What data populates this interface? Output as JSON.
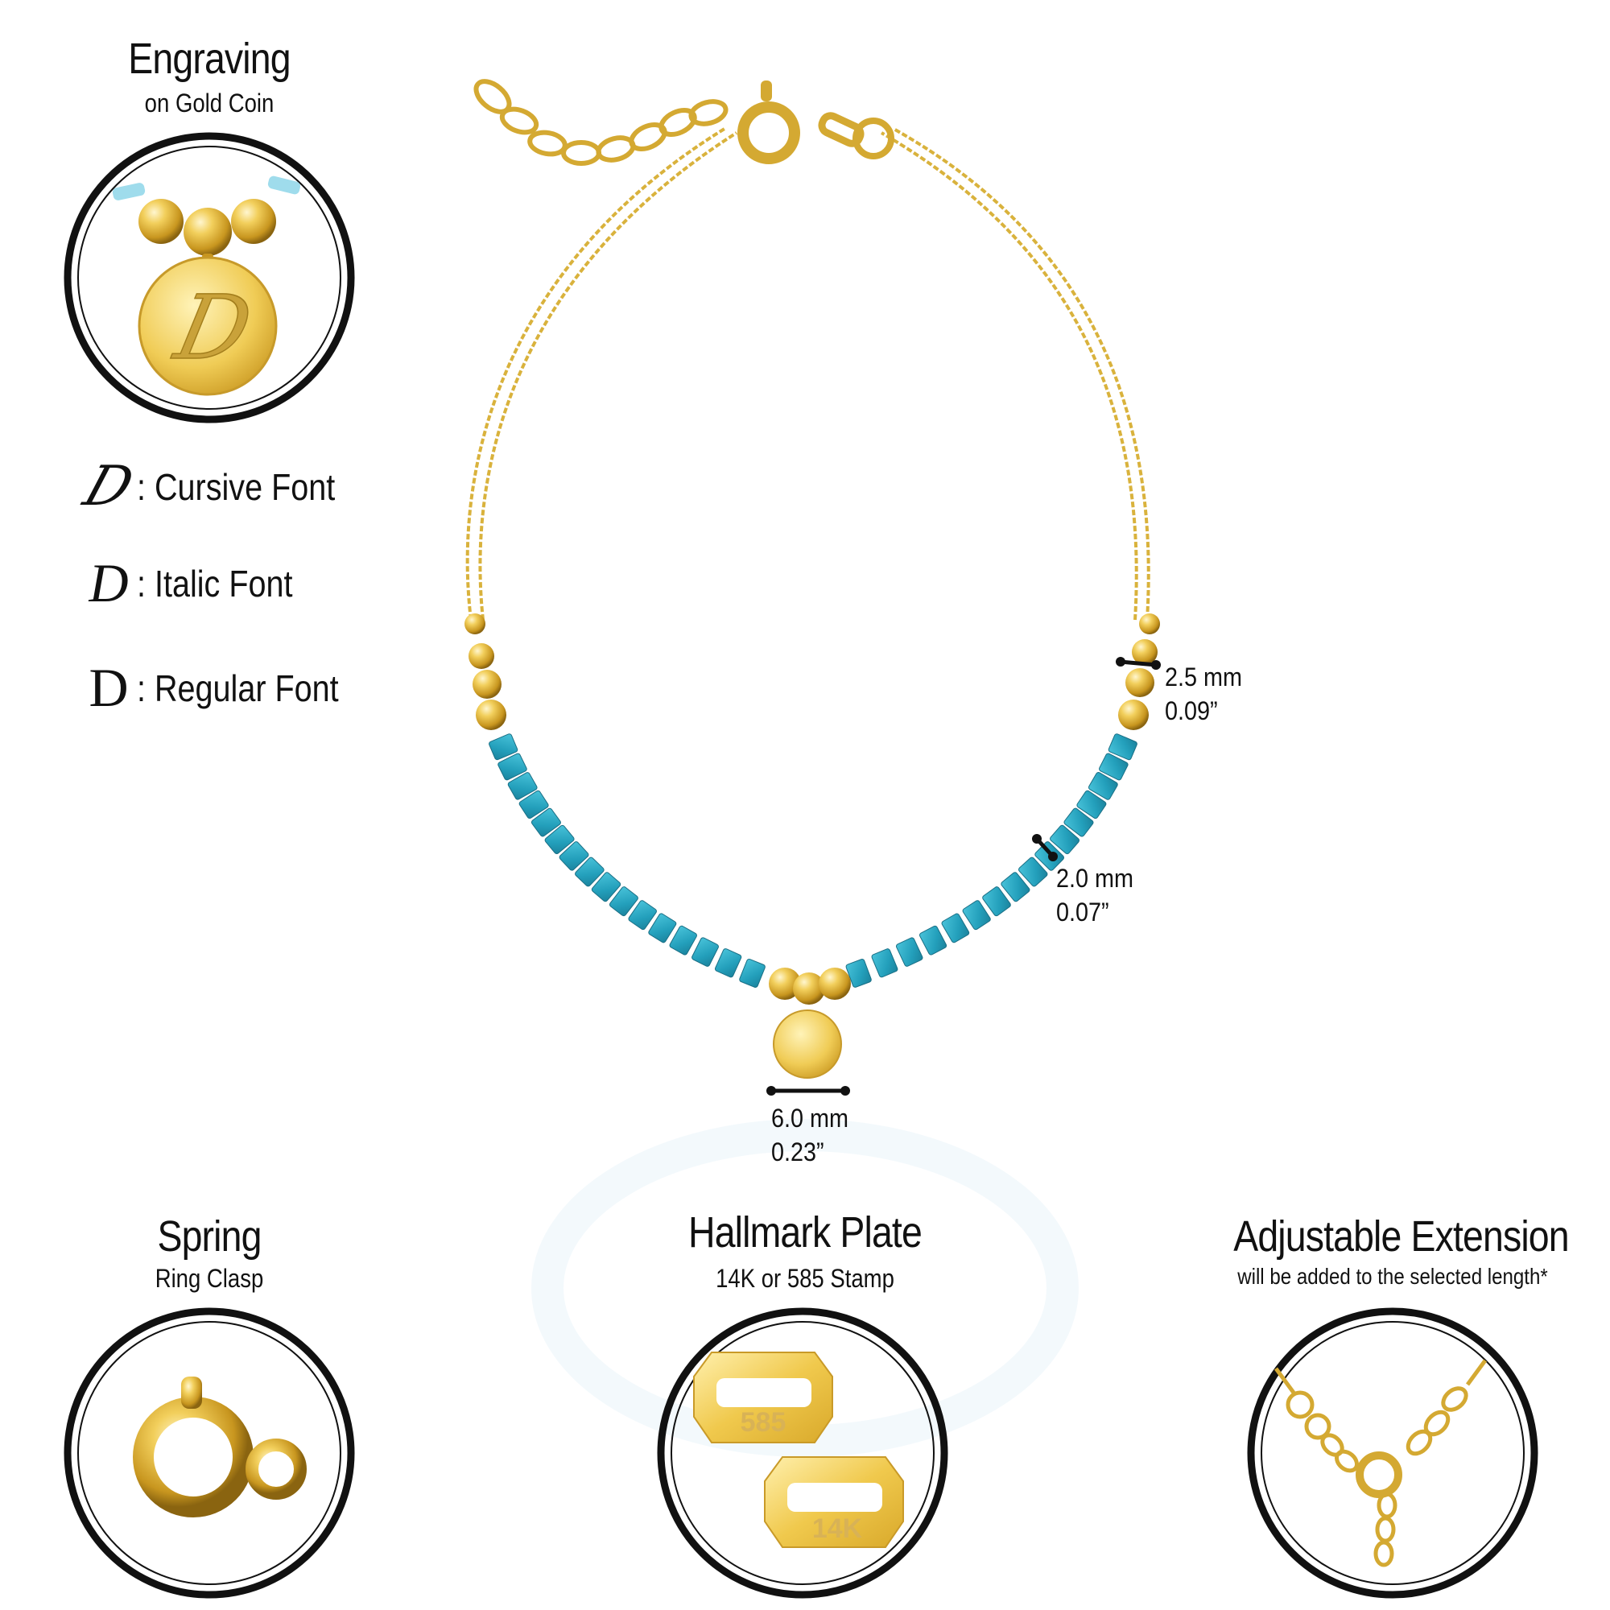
{
  "engraving": {
    "title": "Engraving",
    "subtitle": "on Gold Coin",
    "coin_letter": "D"
  },
  "fonts": [
    {
      "glyph": "D",
      "label": ": Cursive Font"
    },
    {
      "glyph": "D",
      "label": ": Italic Font"
    },
    {
      "glyph": "D",
      "label": ": Regular Font"
    }
  ],
  "dimensions": {
    "bead": {
      "mm": "2.5 mm",
      "in": "0.09”"
    },
    "tube": {
      "mm": "2.0 mm",
      "in": "0.07”"
    },
    "coin": {
      "mm": "6.0 mm",
      "in": "0.23”"
    }
  },
  "clasp": {
    "title": "Spring",
    "subtitle": "Ring Clasp"
  },
  "hallmark": {
    "title": "Hallmark Plate",
    "subtitle": "14K or 585 Stamp",
    "stamp_a": "585",
    "stamp_b": "14K"
  },
  "extension": {
    "title": "Adjustable Extension",
    "subtitle": "will be added to the selected length*"
  },
  "colors": {
    "gold": "#e8c24a",
    "gold_dark": "#b88d1c",
    "turquoise": "#2aa9c4",
    "ring": "#111111"
  }
}
